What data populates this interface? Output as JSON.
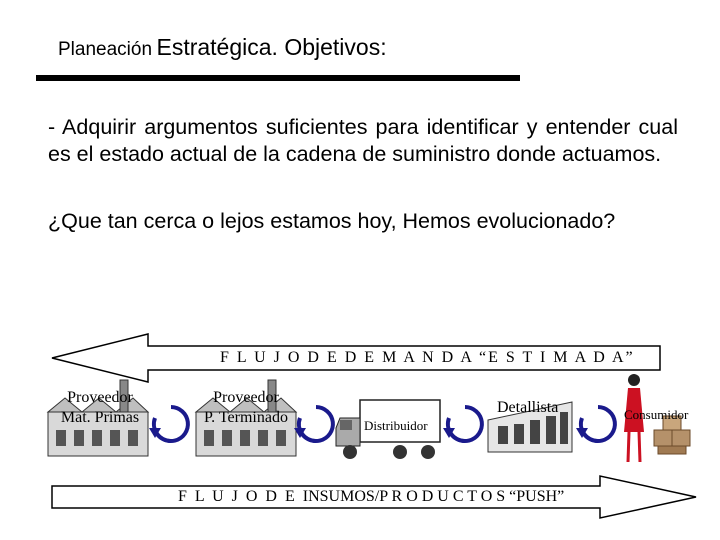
{
  "header": {
    "title_part1": "Planeación",
    "title_part2": "Estratégica. Objetivos:"
  },
  "content": {
    "paragraph1": "- Adquirir argumentos suficientes para identificar y entender cual es el estado actual de la cadena de suministro donde actuamos.",
    "paragraph2": "¿Que tan cerca o lejos estamos hoy, Hemos evolucionado?"
  },
  "diagram": {
    "demand_flow_label": "F L U J O   D E   D E M A N D A  “E S T I M A D A”",
    "supply_flow_label_prefix": "F L U J O  D E",
    "supply_flow_label_suffix": "INSUMOS/P R O D U C T O S “PUSH”",
    "nodes": [
      {
        "line1": "Proveedor",
        "line2": "Mat. Primas"
      },
      {
        "line1": "Proveedor",
        "line2": "P. Terminado"
      },
      {
        "line1": "Distribuidor"
      },
      {
        "line1": "Detallista"
      },
      {
        "line1": "Consumidor"
      }
    ]
  },
  "colors": {
    "text": "#000000",
    "cycle_arrow": "#1a1a8c",
    "consumer_figure": "#cc1122",
    "box": "#b5916a"
  }
}
